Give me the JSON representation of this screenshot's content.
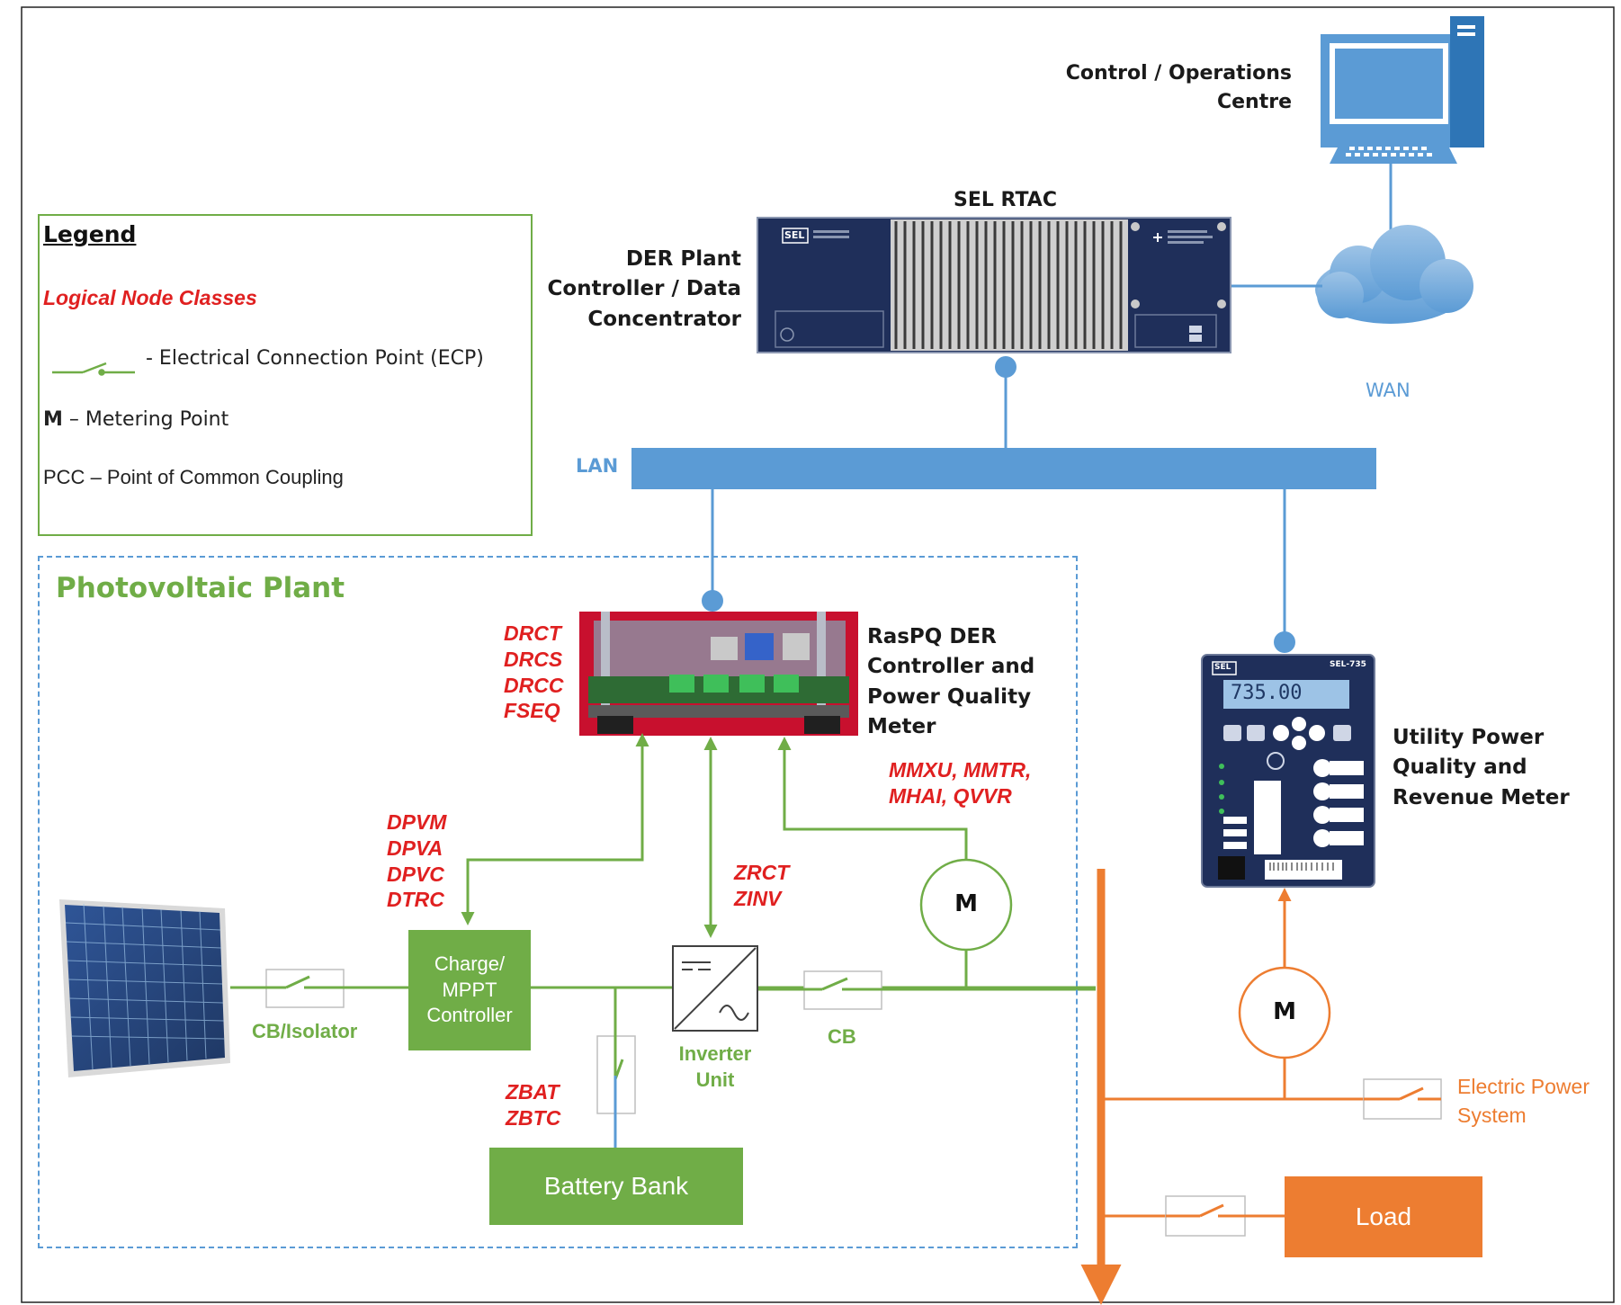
{
  "legend": {
    "title": "Legend",
    "logical_node_classes": "Logical Node Classes",
    "ecp": "- Electrical Connection Point (ECP)",
    "metering_abbr": "M",
    "metering_text": " – Metering Point",
    "pcc_abbr": "PCC",
    "pcc_text": " – Point of Common Coupling"
  },
  "devices": {
    "control_centre": "Control / Operations\nCentre",
    "rtac_title": "SEL RTAC",
    "der_plant_controller": "DER Plant\nController / Data\nConcentrator",
    "raspq": "RasPQ DER\nController and\nPower Quality\nMeter",
    "utility_meter": "Utility Power\nQuality and\nRevenue Meter",
    "meter_display": "735.00",
    "rtac_brand": "SEL",
    "meter_brand": "SEL",
    "meter_model": "SEL-735"
  },
  "network": {
    "wan": "WAN",
    "lan": "LAN"
  },
  "plant": {
    "title": "Photovoltaic Plant",
    "cb_isolator": "CB/Isolator",
    "charge_controller": "Charge/\nMPPT\nController",
    "inverter_unit": "Inverter\nUnit",
    "cb": "CB",
    "battery_bank": "Battery Bank",
    "meter_symbol": "M"
  },
  "logical_nodes": {
    "raspq": "DRCT\nDRCS\nDRCC\nFSEQ",
    "charge": "DPVM\nDPVA\nDPVC\nDTRC",
    "inverter": "ZRCT\nZINV",
    "battery": "ZBAT\nZBTC",
    "meter": "MMXU, MMTR,\nMHAI, QVVR"
  },
  "grid": {
    "electric_power_system": "Electric Power\nSystem",
    "load": "Load",
    "meter_symbol": "M"
  },
  "colors": {
    "green": "#70ad47",
    "blue": "#5b9bd5",
    "orange": "#ed7d31",
    "red": "#e02020",
    "device_navy": "#1f2f5a"
  },
  "icons": [
    "computer-icon",
    "cloud-icon",
    "solar-panel-icon",
    "inverter-icon",
    "switch-icon",
    "rtac-device-icon",
    "raspberry-pi-icon",
    "power-meter-icon"
  ]
}
